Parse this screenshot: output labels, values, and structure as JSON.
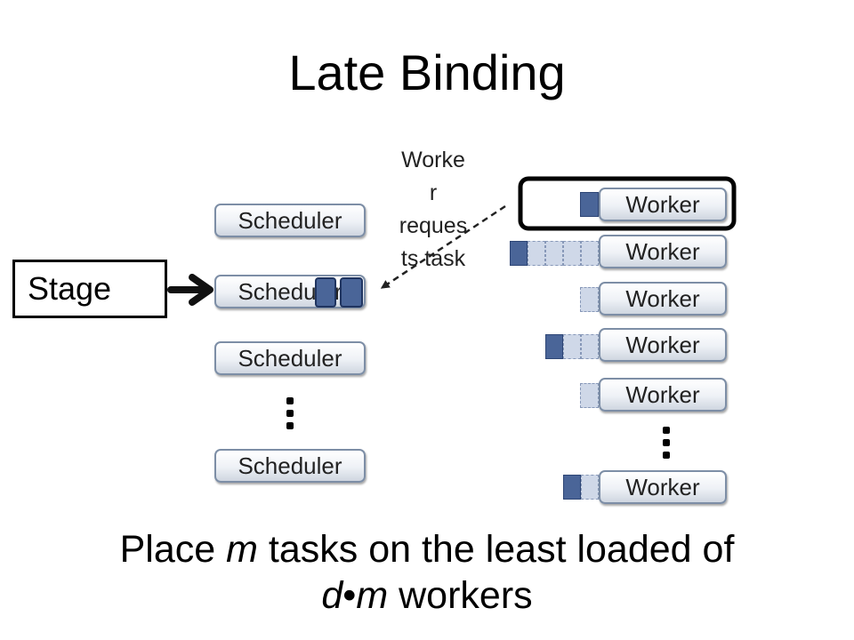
{
  "title": "Late Binding",
  "stage_label": "Stage",
  "scheduler_label": "Scheduler",
  "worker_label": "Worker",
  "request_lines": [
    "Worke",
    "r",
    "reques",
    "ts task"
  ],
  "caption": {
    "line1_pre": "Place ",
    "line1_m": "m",
    "line1_post": " tasks on the least loaded of",
    "line2_d": "d",
    "line2_dot": "•",
    "line2_m": "m",
    "line2_post": " workers"
  },
  "colors": {
    "task_dark": "#4a6598",
    "task_light": "#cfd8e8",
    "box_border": "#7d8ea6"
  },
  "worker_queues": [
    {
      "dark": 1,
      "light": 0
    },
    {
      "dark": 1,
      "light": 4
    },
    {
      "dark": 0,
      "light": 1
    },
    {
      "dark": 1,
      "light": 2
    },
    {
      "dark": 0,
      "light": 1
    },
    {
      "dark": 1,
      "light": 1
    }
  ]
}
